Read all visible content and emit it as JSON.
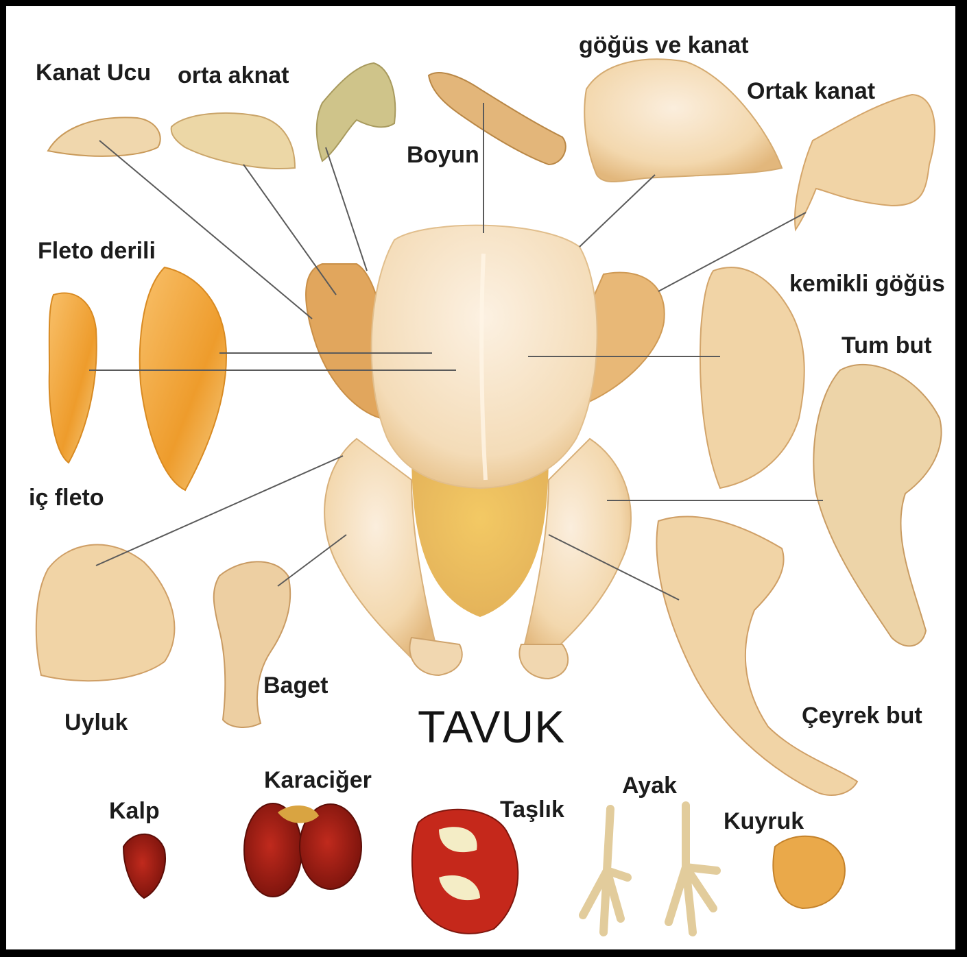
{
  "title": "TAVUK",
  "labels": {
    "kanat_ucu": "Kanat Ucu",
    "orta_kanat": "orta aknat",
    "gogus_ve_kanat": "göğüs ve kanat",
    "ortak_kanat": "Ortak kanat",
    "boyun": "Boyun",
    "fleto_derili": "Fleto derili",
    "kemikli_gogus": "kemikli göğüs",
    "tum_but": "Tum but",
    "ic_fleto": "iç fleto",
    "uyluk": "Uyluk",
    "baget": "Baget",
    "ceyrek_but": "Çeyrek but",
    "kalp": "Kalp",
    "karaciger": "Karaciğer",
    "taslik": "Taşlık",
    "ayak": "Ayak",
    "kuyruk": "Kuyruk"
  },
  "colors": {
    "raw_skin": "#f3d9b0",
    "fillet": "#f0a93a",
    "organ": "#9e1b12",
    "leader_line": "#555555"
  }
}
